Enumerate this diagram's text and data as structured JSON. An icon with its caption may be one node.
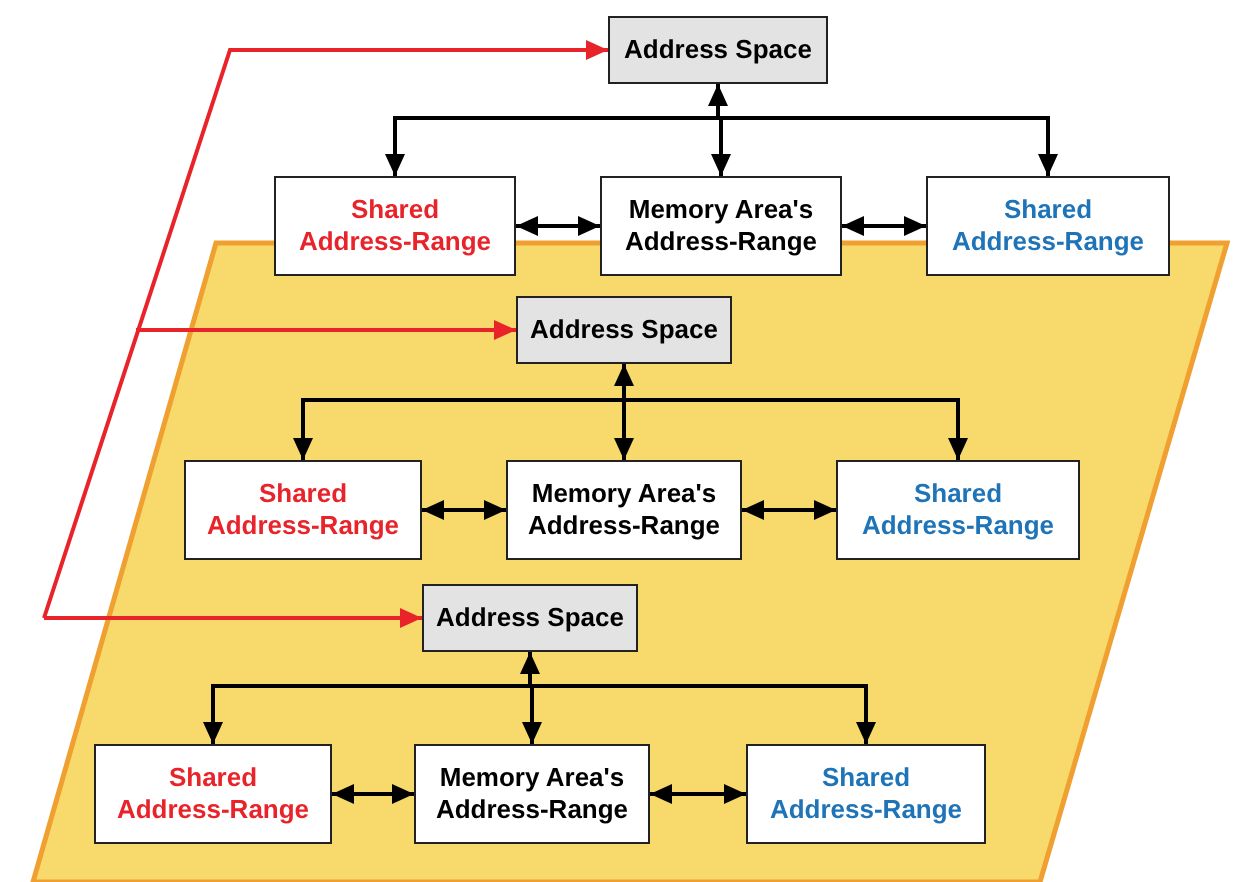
{
  "diagram": {
    "nodes": [
      {
        "text": [
          "Address Space"
        ]
      },
      {
        "text": [
          "Shared Address-Range"
        ]
      },
      {
        "text": [
          "Memory Area's Address-Range"
        ]
      },
      {
        "text": [
          "Shared Address-Range"
        ]
      },
      {
        "text": [],
        "shape": "parallelogram"
      },
      {
        "text": [
          "Address Space"
        ],
        "in": 4
      },
      {
        "text": [
          "Shared Address-Range"
        ],
        "in": 4
      },
      {
        "text": [
          "Memory Area's Address-Range"
        ],
        "in": 4
      },
      {
        "text": [
          "Shared Address-Range"
        ],
        "in": 4
      },
      {
        "text": [
          "Address Space"
        ],
        "in": 4
      },
      {
        "text": [
          "Shared Address-Range"
        ],
        "in": 4
      },
      {
        "text": [
          "Memory Area's Address-Range"
        ],
        "in": 4
      },
      {
        "text": [
          "Shared Address-Range"
        ],
        "in": 4
      }
    ],
    "edges": [
      {
        "from": null,
        "to": 0,
        "arrow": "to",
        "color": "#e8242a"
      },
      {
        "from": null,
        "to": 5,
        "arrow": "to",
        "color": "#e8242a"
      },
      {
        "from": null,
        "to": 9,
        "arrow": "to",
        "color": "#e8242a"
      },
      {
        "from": 0,
        "to": 1,
        "arrow": "both"
      },
      {
        "from": 0,
        "to": 2,
        "arrow": "both"
      },
      {
        "from": 0,
        "to": 3,
        "arrow": "both"
      },
      {
        "from": 1,
        "to": 2,
        "arrow": "both"
      },
      {
        "from": 2,
        "to": 3,
        "arrow": "both"
      },
      {
        "from": 5,
        "to": 6,
        "arrow": "both"
      },
      {
        "from": 5,
        "to": 7,
        "arrow": "both"
      },
      {
        "from": 5,
        "to": 8,
        "arrow": "both"
      },
      {
        "from": 6,
        "to": 7,
        "arrow": "both"
      },
      {
        "from": 7,
        "to": 8,
        "arrow": "both"
      },
      {
        "from": 9,
        "to": 10,
        "arrow": "both"
      },
      {
        "from": 9,
        "to": 11,
        "arrow": "both"
      },
      {
        "from": 9,
        "to": 12,
        "arrow": "both"
      },
      {
        "from": 10,
        "to": 11,
        "arrow": "both"
      },
      {
        "from": 11,
        "to": 12,
        "arrow": "both"
      }
    ]
  }
}
